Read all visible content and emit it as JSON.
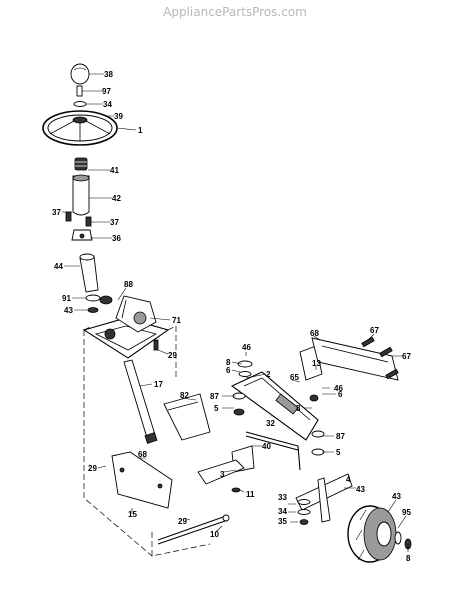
{
  "watermark": "AppliancePartsPros.com",
  "labels": {
    "p38": "38",
    "p97": "97",
    "p34": "34",
    "p39": "39",
    "p1": "1",
    "p41": "41",
    "p42": "42",
    "p37a": "37",
    "p37b": "37",
    "p36": "36",
    "p44": "44",
    "p88": "88",
    "p91": "91",
    "p43a": "43",
    "p71": "71",
    "p29a": "29",
    "p17": "17",
    "p46a": "46",
    "p8a": "8",
    "p6a": "6",
    "p2": "2",
    "p87a": "87",
    "p5a": "5",
    "p82": "82",
    "p68a": "68",
    "p67a": "67",
    "p67b": "67",
    "p65": "65",
    "p13": "13",
    "p46b": "46",
    "p6b": "6",
    "p8b": "8",
    "p87b": "87",
    "p5b": "5",
    "p32": "32",
    "p40": "40",
    "p3": "3",
    "p11": "11",
    "p68b": "68",
    "p29b": "29",
    "p15": "15",
    "p29c": "29",
    "p10": "10",
    "p4": "4",
    "p43b": "43",
    "p33": "33",
    "p34b": "34",
    "p35": "35",
    "p43c": "43",
    "p95": "95",
    "p8c": "8"
  }
}
